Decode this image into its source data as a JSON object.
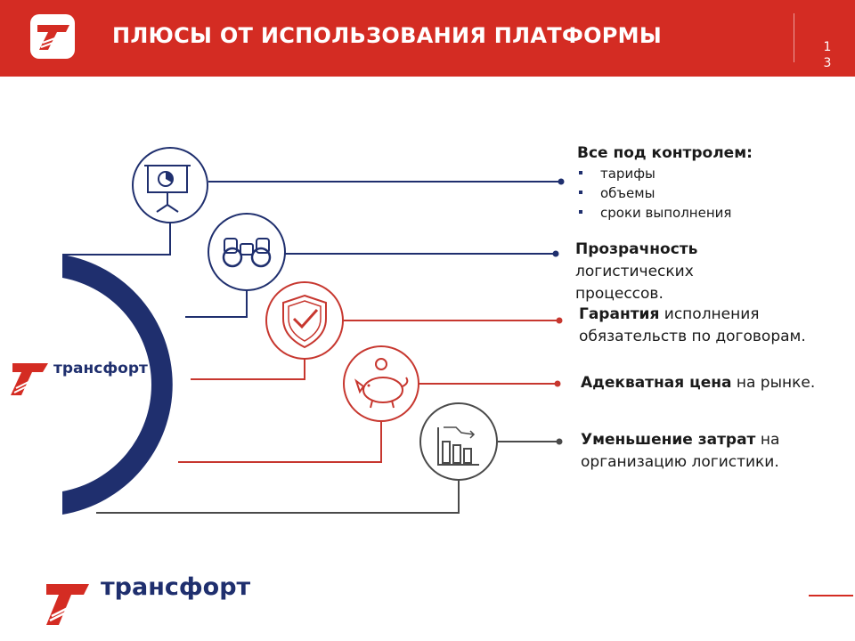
{
  "header": {
    "title": "ПЛЮСЫ ОТ ИСПОЛЬЗОВАНИЯ ПЛАТФОРМЫ",
    "page_number": "13"
  },
  "brand": {
    "name": "трансфорт",
    "colors": {
      "red": "#d42c23",
      "navy": "#1f2f6e",
      "gray": "#4a4a4a"
    }
  },
  "items": [
    {
      "icon": "presentation-chart-icon",
      "title": "Все под контролем:",
      "bullets": [
        "тарифы",
        "объемы",
        "сроки выполнения"
      ]
    },
    {
      "icon": "binoculars-icon",
      "bold": "Прозрачность",
      "rest": " логистических процессов."
    },
    {
      "icon": "shield-check-icon",
      "bold": "Гарантия",
      "rest": " исполнения обязательств по договорам."
    },
    {
      "icon": "piggy-bank-icon",
      "bold": "Адекватная цена",
      "rest": " на рынке."
    },
    {
      "icon": "declining-bar-chart-icon",
      "bold": "Уменьшение затрат",
      "rest": " на организацию логистики."
    }
  ]
}
